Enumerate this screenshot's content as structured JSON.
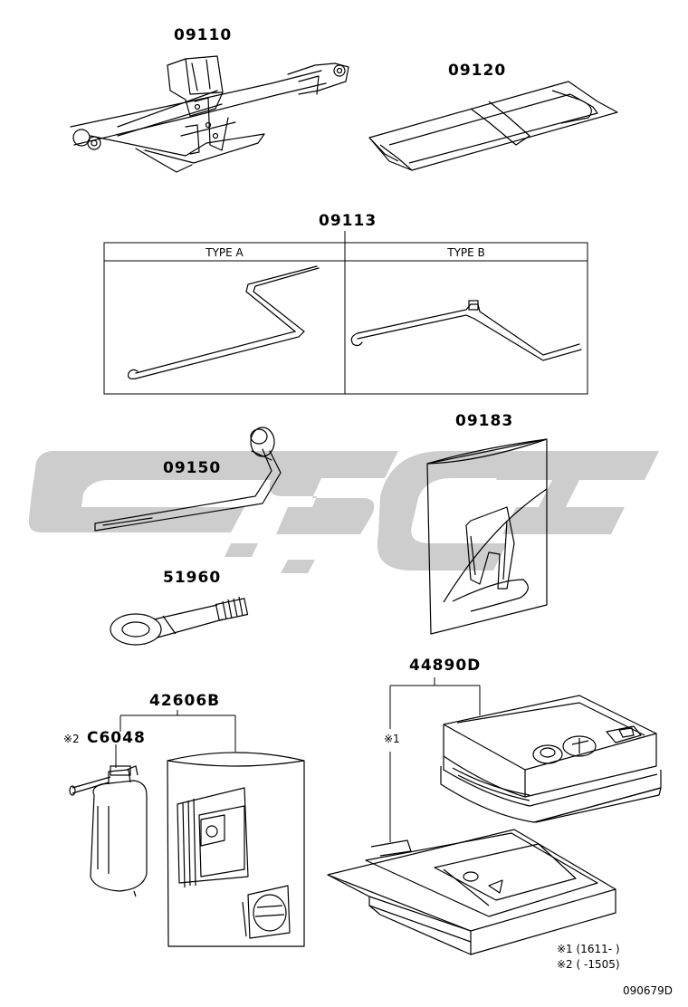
{
  "parts": {
    "jack": "09110",
    "tool_bag": "09120",
    "jack_handle": "09113",
    "wrench": "09150",
    "tool_pouch": "09183",
    "towing_eyelet": "51960",
    "repair_kit": "42606B",
    "sealant_bottle": "C6048",
    "compressor_kit": "44890D"
  },
  "table": {
    "type_a": "TYPE A",
    "type_b": "TYPE B"
  },
  "marks": {
    "note2_prefix": "※2",
    "note1_mark": "※1"
  },
  "footnotes": {
    "f1": "※1 (1611-       )",
    "f2": "※2 (       -1505)"
  },
  "figure_code": "090679D",
  "colors": {
    "line": "#000000",
    "watermark": "#c8c8c8"
  }
}
